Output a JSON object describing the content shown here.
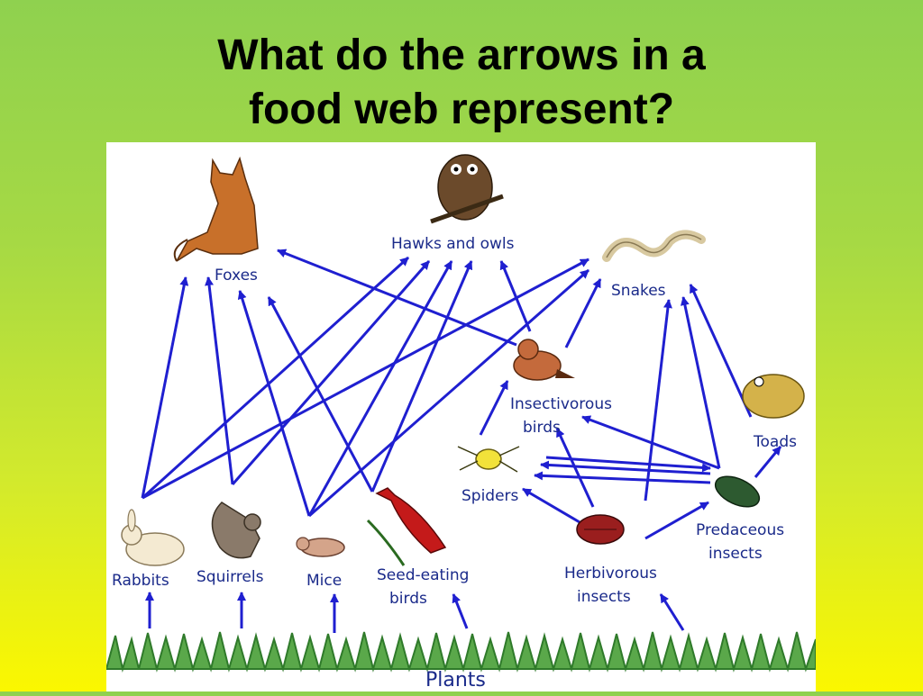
{
  "slide": {
    "title_line1": "What do the arrows in a",
    "title_line2": "food web represent?"
  },
  "colors": {
    "arrow": "#1f1fd0",
    "label": "#1a2a8a",
    "background_top": "#8fd14f",
    "background_bottom": "#fbf700"
  },
  "nodes": {
    "foxes": "Foxes",
    "hawks_owls": "Hawks and owls",
    "snakes": "Snakes",
    "insectivorous_birds_1": "Insectivorous",
    "insectivorous_birds_2": "birds",
    "toads": "Toads",
    "spiders": "Spiders",
    "predaceous_1": "Predaceous",
    "predaceous_2": "insects",
    "herbivorous_1": "Herbivorous",
    "herbivorous_2": "insects",
    "rabbits": "Rabbits",
    "squirrels": "Squirrels",
    "mice": "Mice",
    "seed_birds_1": "Seed-eating",
    "seed_birds_2": "birds",
    "plants": "Plants"
  },
  "icons": [
    "fox-icon",
    "owl-icon",
    "snake-icon",
    "bird-icon",
    "toad-icon",
    "spider-icon",
    "beetle-icon",
    "rabbit-icon",
    "squirrel-icon",
    "mouse-icon",
    "cardinal-icon",
    "grass-icon"
  ]
}
